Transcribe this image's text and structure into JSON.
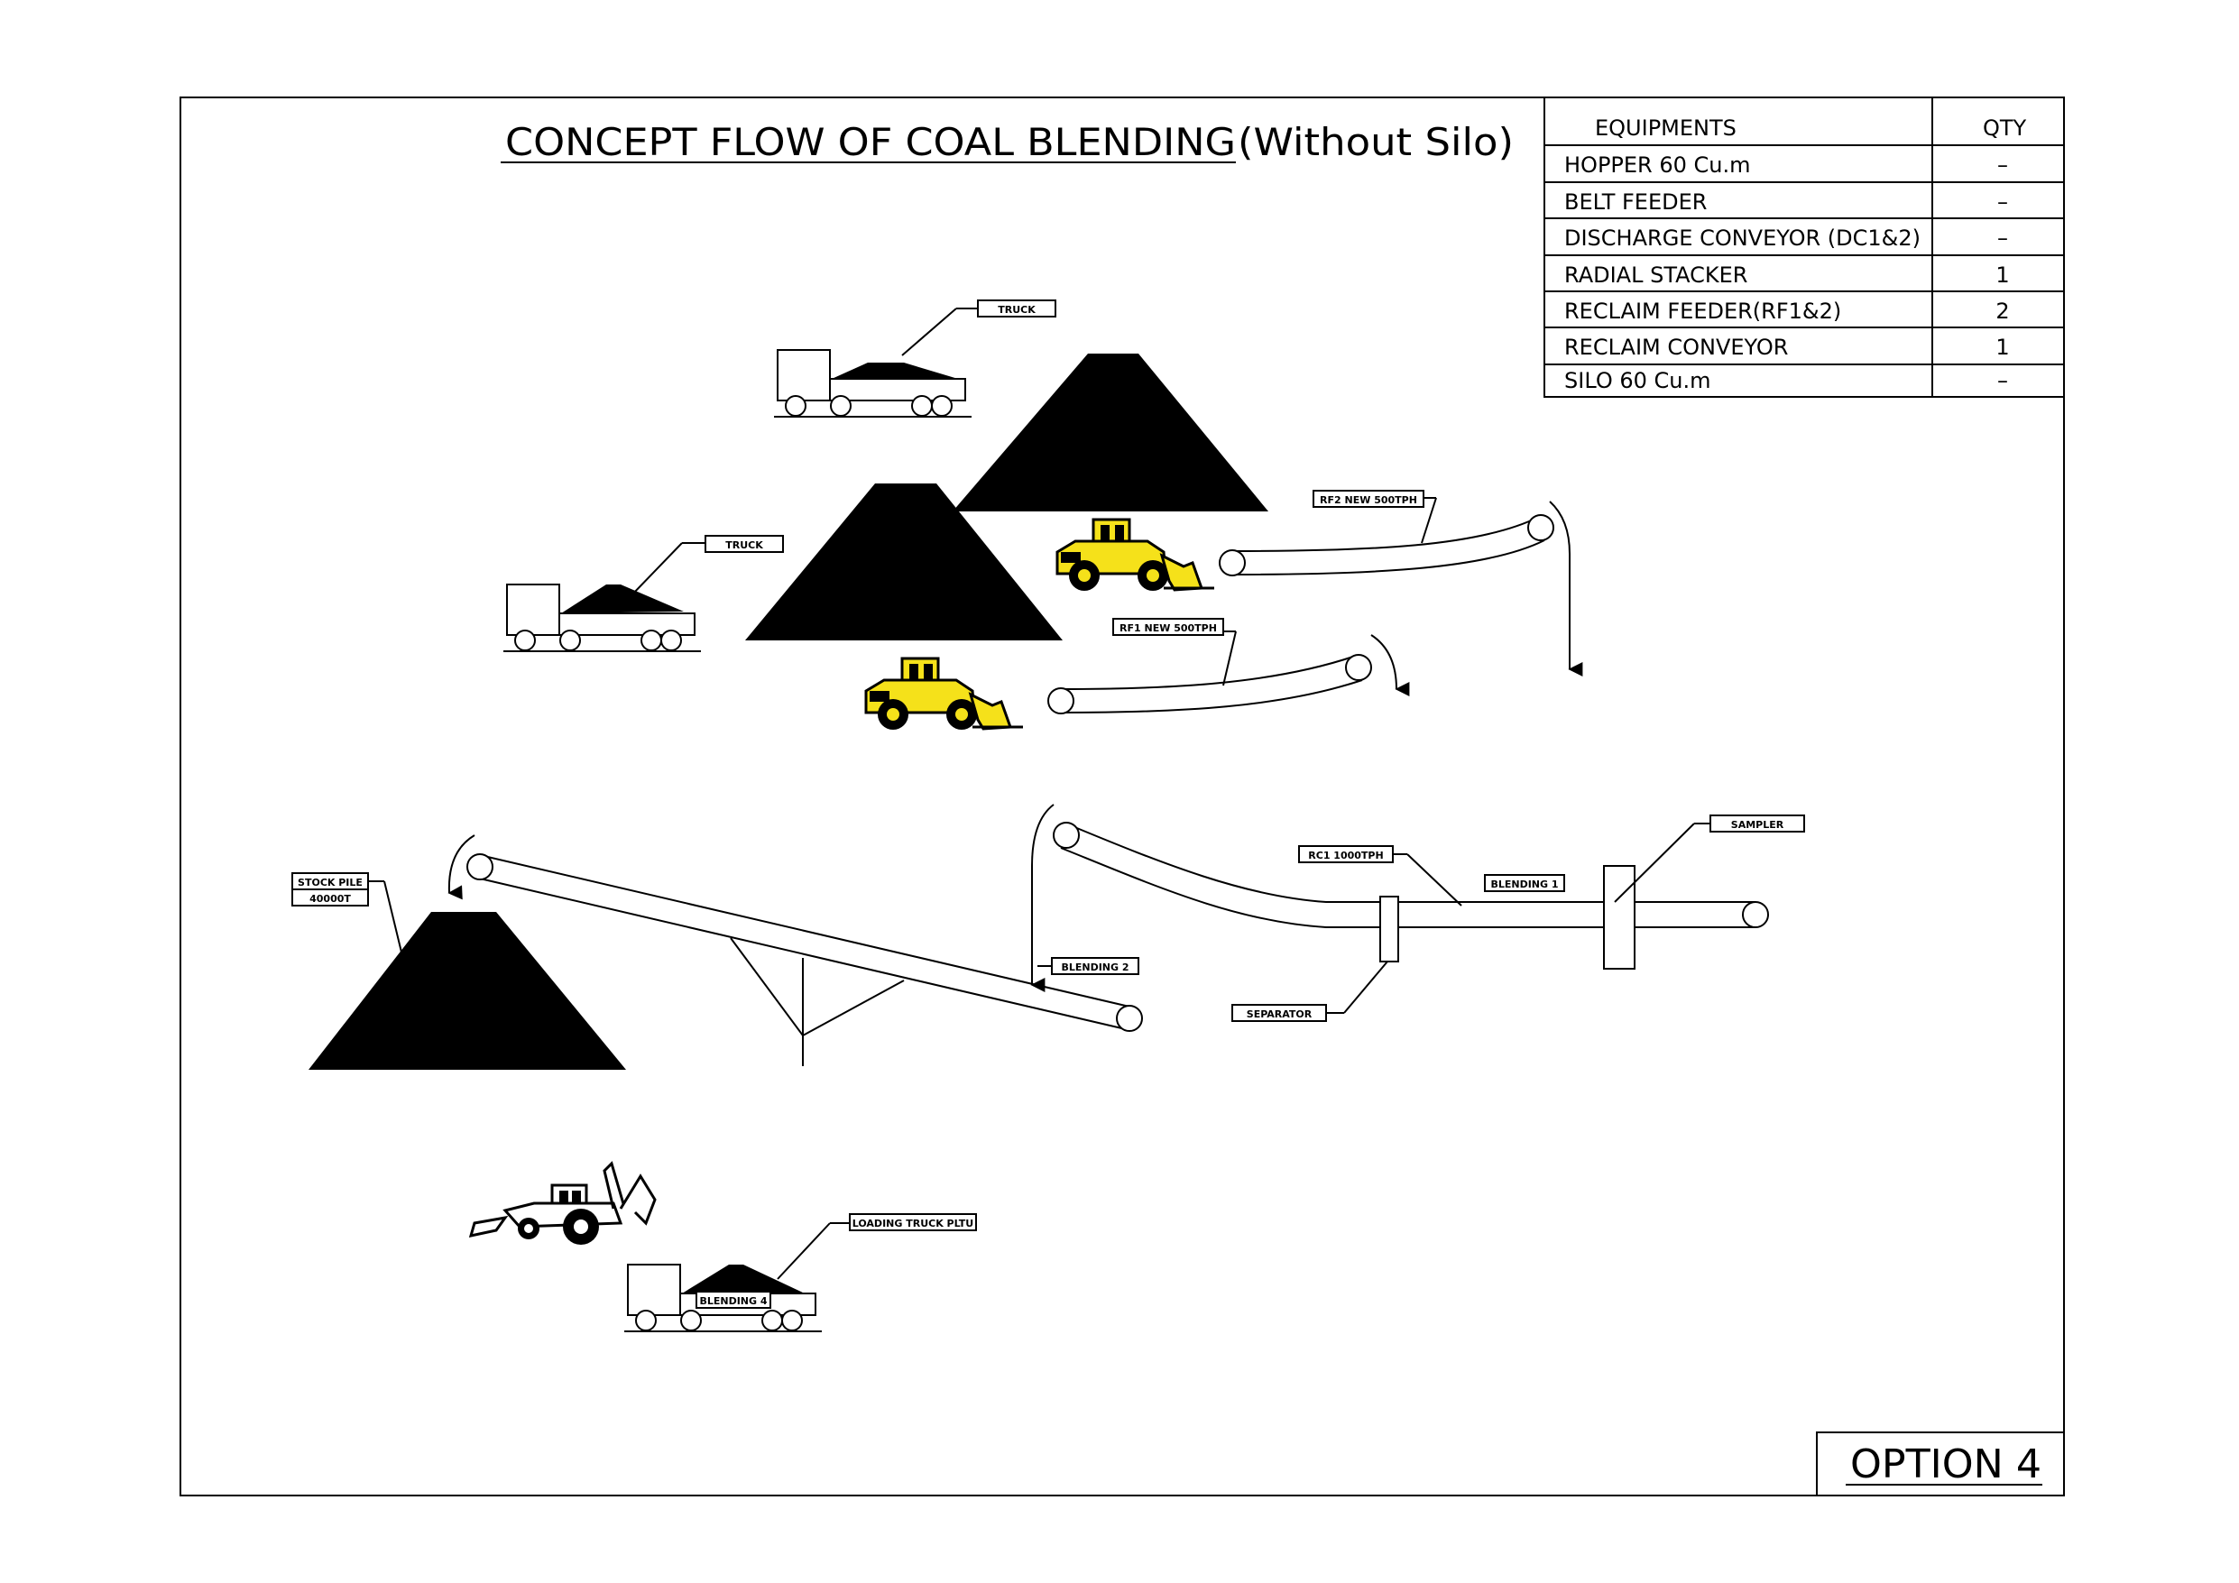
{
  "title": {
    "main": "CONCEPT FLOW OF COAL BLENDING",
    "suffix": "(Without Silo)"
  },
  "equipment_table": {
    "header": {
      "equipment": "EQUIPMENTS",
      "qty": "QTY"
    },
    "rows": [
      {
        "name": "HOPPER 60 Cu.m",
        "qty": "–"
      },
      {
        "name": "BELT FEEDER",
        "qty": "–"
      },
      {
        "name": "DISCHARGE CONVEYOR (DC1&2)",
        "qty": "–"
      },
      {
        "name": "RADIAL STACKER",
        "qty": "1"
      },
      {
        "name": "RECLAIM FEEDER(RF1&2)",
        "qty": "2"
      },
      {
        "name": "RECLAIM CONVEYOR",
        "qty": "1"
      },
      {
        "name": "SILO 60 Cu.m",
        "qty": "–"
      }
    ]
  },
  "labels": {
    "truck_1": "TRUCK",
    "truck_2": "TRUCK",
    "rf2": "RF2 NEW 500TPH",
    "rf1": "RF1 NEW 500TPH",
    "stock_pile": "STOCK PILE",
    "stock_pile_qty": "40000T",
    "blending_2": "BLENDING 2",
    "rc1": "RC1 1000TPH",
    "blending_1": "BLENDING 1",
    "sampler": "SAMPLER",
    "separator": "SEPARATOR",
    "loading_truck": "LOADING TRUCK PLTU",
    "blending_4": "BLENDING 4"
  },
  "option_label": "OPTION 4",
  "colors": {
    "line": "#000000",
    "coal": "#000000",
    "loader_body": "#f5e11a",
    "background": "#ffffff"
  }
}
